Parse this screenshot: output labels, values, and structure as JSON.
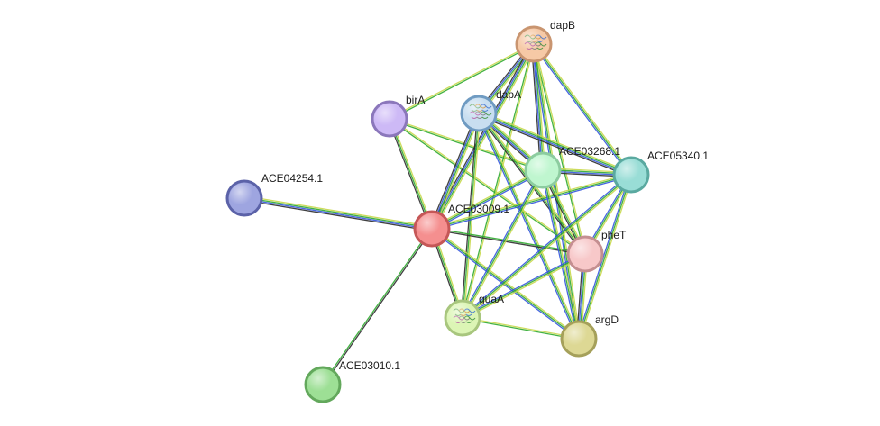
{
  "network": {
    "nodes": [
      {
        "id": "dapB",
        "label": "dapB",
        "color": "#f6c9a6",
        "stroke": "#c99570",
        "has_structure": true
      },
      {
        "id": "dapA",
        "label": "dapA",
        "color": "#c8def0",
        "stroke": "#6f9bc2",
        "has_structure": true
      },
      {
        "id": "birA",
        "label": "birA",
        "color": "#cdb9f6",
        "stroke": "#8b77bb",
        "has_structure": false
      },
      {
        "id": "ACE03268.1",
        "label": "ACE03268.1",
        "color": "#bff6cf",
        "stroke": "#8ccc9f",
        "has_structure": false
      },
      {
        "id": "ACE05340.1",
        "label": "ACE05340.1",
        "color": "#99ddd6",
        "stroke": "#5aa9a0",
        "has_structure": false
      },
      {
        "id": "ACE04254.1",
        "label": "ACE04254.1",
        "color": "#9ea5e0",
        "stroke": "#5b62a8",
        "has_structure": false
      },
      {
        "id": "ACE03009.1",
        "label": "ACE03009.1",
        "color": "#f58f8f",
        "stroke": "#c55757",
        "has_structure": false
      },
      {
        "id": "pheT",
        "label": "pheT",
        "color": "#f7c8c9",
        "stroke": "#c48f91",
        "has_structure": false
      },
      {
        "id": "guaA",
        "label": "guaA",
        "color": "#dcf5b5",
        "stroke": "#a8c67e",
        "has_structure": true
      },
      {
        "id": "argD",
        "label": "argD",
        "color": "#ddd894",
        "stroke": "#a5a05a",
        "has_structure": false
      },
      {
        "id": "ACE03010.1",
        "label": "ACE03010.1",
        "color": "#9ddf95",
        "stroke": "#63a85c",
        "has_structure": false
      }
    ],
    "edges": [
      {
        "source": "ACE04254.1",
        "target": "ACE03009.1",
        "evidence": [
          "#c8d84a",
          "#2faa2f",
          "#3355dd",
          "#2b2b2b"
        ]
      },
      {
        "source": "ACE03010.1",
        "target": "ACE03009.1",
        "evidence": [
          "#2faa2f",
          "#2b2b2b"
        ]
      },
      {
        "source": "birA",
        "target": "ACE03009.1",
        "evidence": [
          "#c8d84a",
          "#2faa2f",
          "#2b2b2b"
        ]
      },
      {
        "source": "birA",
        "target": "dapB",
        "evidence": [
          "#c8d84a",
          "#2faa2f"
        ]
      },
      {
        "source": "birA",
        "target": "ACE03268.1",
        "evidence": [
          "#c8d84a",
          "#2faa2f"
        ]
      },
      {
        "source": "birA",
        "target": "pheT",
        "evidence": [
          "#c8d84a",
          "#2faa2f"
        ]
      },
      {
        "source": "dapB",
        "target": "dapA",
        "evidence": [
          "#c8d84a",
          "#2faa2f",
          "#3355dd",
          "#2b2b2b"
        ]
      },
      {
        "source": "dapB",
        "target": "ACE03009.1",
        "evidence": [
          "#c8d84a",
          "#2faa2f",
          "#3355dd",
          "#2b2b2b"
        ]
      },
      {
        "source": "dapB",
        "target": "ACE03268.1",
        "evidence": [
          "#c8d84a",
          "#2faa2f",
          "#3355dd",
          "#2b2b2b"
        ]
      },
      {
        "source": "dapB",
        "target": "ACE05340.1",
        "evidence": [
          "#c8d84a",
          "#2faa2f",
          "#3355dd"
        ]
      },
      {
        "source": "dapB",
        "target": "pheT",
        "evidence": [
          "#c8d84a",
          "#2faa2f"
        ]
      },
      {
        "source": "dapB",
        "target": "argD",
        "evidence": [
          "#c8d84a",
          "#2faa2f",
          "#3355dd"
        ]
      },
      {
        "source": "dapB",
        "target": "guaA",
        "evidence": [
          "#c8d84a",
          "#2faa2f"
        ]
      },
      {
        "source": "dapA",
        "target": "ACE03009.1",
        "evidence": [
          "#c8d84a",
          "#2faa2f",
          "#3355dd",
          "#2b2b2b"
        ]
      },
      {
        "source": "dapA",
        "target": "ACE03268.1",
        "evidence": [
          "#c8d84a",
          "#2faa2f",
          "#3355dd",
          "#2b2b2b"
        ]
      },
      {
        "source": "dapA",
        "target": "ACE05340.1",
        "evidence": [
          "#c8d84a",
          "#2faa2f",
          "#3355dd",
          "#2b2b2b"
        ]
      },
      {
        "source": "dapA",
        "target": "pheT",
        "evidence": [
          "#c8d84a",
          "#2faa2f",
          "#2b2b2b"
        ]
      },
      {
        "source": "dapA",
        "target": "guaA",
        "evidence": [
          "#c8d84a",
          "#2faa2f",
          "#2b2b2b"
        ]
      },
      {
        "source": "dapA",
        "target": "argD",
        "evidence": [
          "#c8d84a",
          "#2faa2f",
          "#3355dd"
        ]
      },
      {
        "source": "ACE03009.1",
        "target": "ACE03268.1",
        "evidence": [
          "#c8d84a",
          "#2faa2f",
          "#3355dd"
        ]
      },
      {
        "source": "ACE03009.1",
        "target": "ACE05340.1",
        "evidence": [
          "#c8d84a",
          "#2faa2f",
          "#3355dd"
        ]
      },
      {
        "source": "ACE03009.1",
        "target": "pheT",
        "evidence": [
          "#2faa2f",
          "#2b2b2b"
        ]
      },
      {
        "source": "ACE03009.1",
        "target": "guaA",
        "evidence": [
          "#c8d84a",
          "#2faa2f",
          "#2b2b2b"
        ]
      },
      {
        "source": "ACE03009.1",
        "target": "argD",
        "evidence": [
          "#c8d84a",
          "#2faa2f",
          "#3355dd"
        ]
      },
      {
        "source": "ACE03268.1",
        "target": "ACE05340.1",
        "evidence": [
          "#c8d84a",
          "#2faa2f",
          "#3355dd",
          "#2b2b2b"
        ]
      },
      {
        "source": "ACE03268.1",
        "target": "pheT",
        "evidence": [
          "#c8d84a",
          "#2faa2f",
          "#2b2b2b"
        ]
      },
      {
        "source": "ACE03268.1",
        "target": "guaA",
        "evidence": [
          "#c8d84a",
          "#2faa2f",
          "#3355dd"
        ]
      },
      {
        "source": "ACE03268.1",
        "target": "argD",
        "evidence": [
          "#c8d84a",
          "#2faa2f",
          "#3355dd"
        ]
      },
      {
        "source": "ACE05340.1",
        "target": "pheT",
        "evidence": [
          "#c8d84a",
          "#2faa2f",
          "#3355dd"
        ]
      },
      {
        "source": "ACE05340.1",
        "target": "guaA",
        "evidence": [
          "#c8d84a",
          "#2faa2f",
          "#3355dd"
        ]
      },
      {
        "source": "ACE05340.1",
        "target": "argD",
        "evidence": [
          "#c8d84a",
          "#2faa2f",
          "#3355dd"
        ]
      },
      {
        "source": "pheT",
        "target": "guaA",
        "evidence": [
          "#c8d84a",
          "#2faa2f",
          "#3355dd"
        ]
      },
      {
        "source": "pheT",
        "target": "argD",
        "evidence": [
          "#c8d84a",
          "#2faa2f",
          "#3355dd",
          "#2b2b2b"
        ]
      },
      {
        "source": "guaA",
        "target": "argD",
        "evidence": [
          "#c8d84a",
          "#2faa2f"
        ]
      }
    ]
  }
}
